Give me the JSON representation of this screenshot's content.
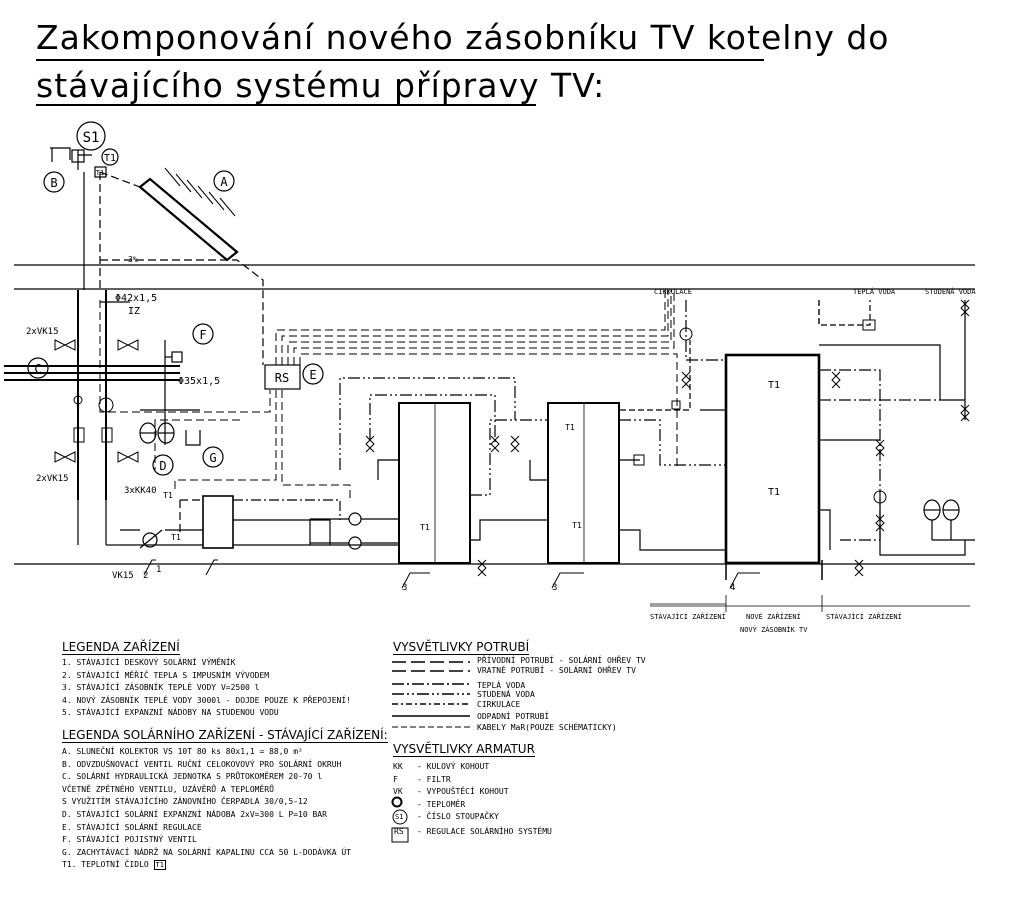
{
  "title": {
    "line1": "Zakomponování nového zásobníku TV kotelny do",
    "line2": "stávajícího systému přípravy TV:"
  },
  "diagram": {
    "labels": {
      "S1": "S1",
      "T1": "T1",
      "A": "A",
      "B": "B",
      "C": "C",
      "D": "D",
      "E": "E",
      "F": "F",
      "G": "G",
      "RS": "RS",
      "slope": "3%",
      "pipe1": "Φ42x1,5",
      "iz": "IZ",
      "pipe2": "Φ35x1,5",
      "vk15a": "2xVK15",
      "vk15b": "2xVK15",
      "kk40": "3xKK40",
      "vk15c": "VK15",
      "n1": "1",
      "n2": "2",
      "n3a": "3",
      "n3b": "3",
      "n4": "4",
      "cirkulace": "CIRKULACE",
      "tepla_voda": "TEPLÁ VODA",
      "studena_voda": "STUDENÁ VODA",
      "stav_left": "STÁVAJÍCÍ ZAŘÍZENÍ",
      "nove": "NOVÉ ZAŘÍZENÍ",
      "novy_zasobnik": "NOVÝ ZÁSOBNÍK TV",
      "stav_right": "STÁVAJÍCÍ ZAŘÍZENÍ"
    }
  },
  "legend_equipment": {
    "heading": "LEGENDA ZAŘÍZENÍ",
    "items": [
      "1.  STÁVAJÍCÍ DESKOVÝ SOLÁRNÍ VÝMĚNÍK",
      "2.  STÁVAJÍCÍ MĚŘIČ TEPLA S IMPUSNÍM VÝVODEM",
      "3.  STÁVAJÍCÍ ZÁSOBNÍK TEPLÉ VODY V=2500 l",
      "4.  NOVÝ ZÁSOBNÍK TEPLÉ VODY 3000l - DOJDE POUZE K PŘEPOJENÍ!",
      "5.  STÁVAJÍCÍ EXPANZNÍ NÁDOBY NA STUDENOU VODU"
    ]
  },
  "legend_solar": {
    "heading": "LEGENDA SOLÁRNÍHO ZAŘÍZENÍ - STÁVAJÍCÍ ZAŘÍZENÍ:",
    "items": [
      "A.  SLUNEČNÍ KOLEKTOR VS 10T 80 ks 80x1,1 = 88,0 m²",
      "B.  ODVZDUŠNOVACÍ VENTIL RUČNÍ CELOKOVOVÝ PRO SOLÁRNÍ OKRUH",
      "C.  SOLÁRNÍ HYDRAULICKÁ JEDNOTKA S PRŮTOKOMĚREM 20-70 l",
      "     VČETNĚ ZPĚTNÉHO VENTILU, UZÁVĚRŮ A TEPLOMĚRŮ",
      "     S VYUŽITÍM STÁVAJÍCÍHO ZÁNOVNÍHO ČERPADLA 30/0,5-12",
      "D.  STÁVAJÍCÍ SOLÁRNÍ EXPANZNÍ NÁDOBA 2xV=300 L P=10 BAR",
      "E.  STÁVAJÍCÍ SOLÁRNÍ REGULACE",
      "F.  STÁVAJÍCÍ POJISTNÝ VENTIL",
      "G.  ZACHYTÁVACÍ NÁDRŽ NA SOLÁRNÍ KAPALINU CCA 50 L-DODÁVKA ÚT",
      "T1. TEPLOTNÍ ČIDLO"
    ],
    "t1_box": "T1"
  },
  "legend_pipes": {
    "heading": "VYSVĚTLIVKY POTRUBÍ",
    "items": [
      "PŘÍVODNÍ POTRUBÍ - SOLÁRNÍ OHŘEV TV",
      "VRATNÉ POTRUBÍ - SOLÁRNÍ OHŘEV TV",
      "TEPLÁ VODA",
      "STUDENÁ VODA",
      "CIRKULACE",
      "ODPADNÍ POTRUBÍ",
      "KABELY MaR(POUZE SCHÉMATICKY)"
    ]
  },
  "legend_fittings": {
    "heading": "VYSVĚTLIVKY ARMATUR",
    "items": [
      {
        "code": "KK",
        "text": "- KULOVÝ KOHOUT"
      },
      {
        "code": "F",
        "text": "- FILTR"
      },
      {
        "code": "VK",
        "text": "- VYPOUŠTĚCÍ KOHOUT"
      },
      {
        "code": "",
        "text": "- TEPLOMĚR"
      },
      {
        "code": "S1",
        "text": "- ČÍSLO STOUPAČKY"
      },
      {
        "code": "RS",
        "text": "- REGULACE SOLÁRNÍHO SYSTÉMU"
      }
    ]
  }
}
